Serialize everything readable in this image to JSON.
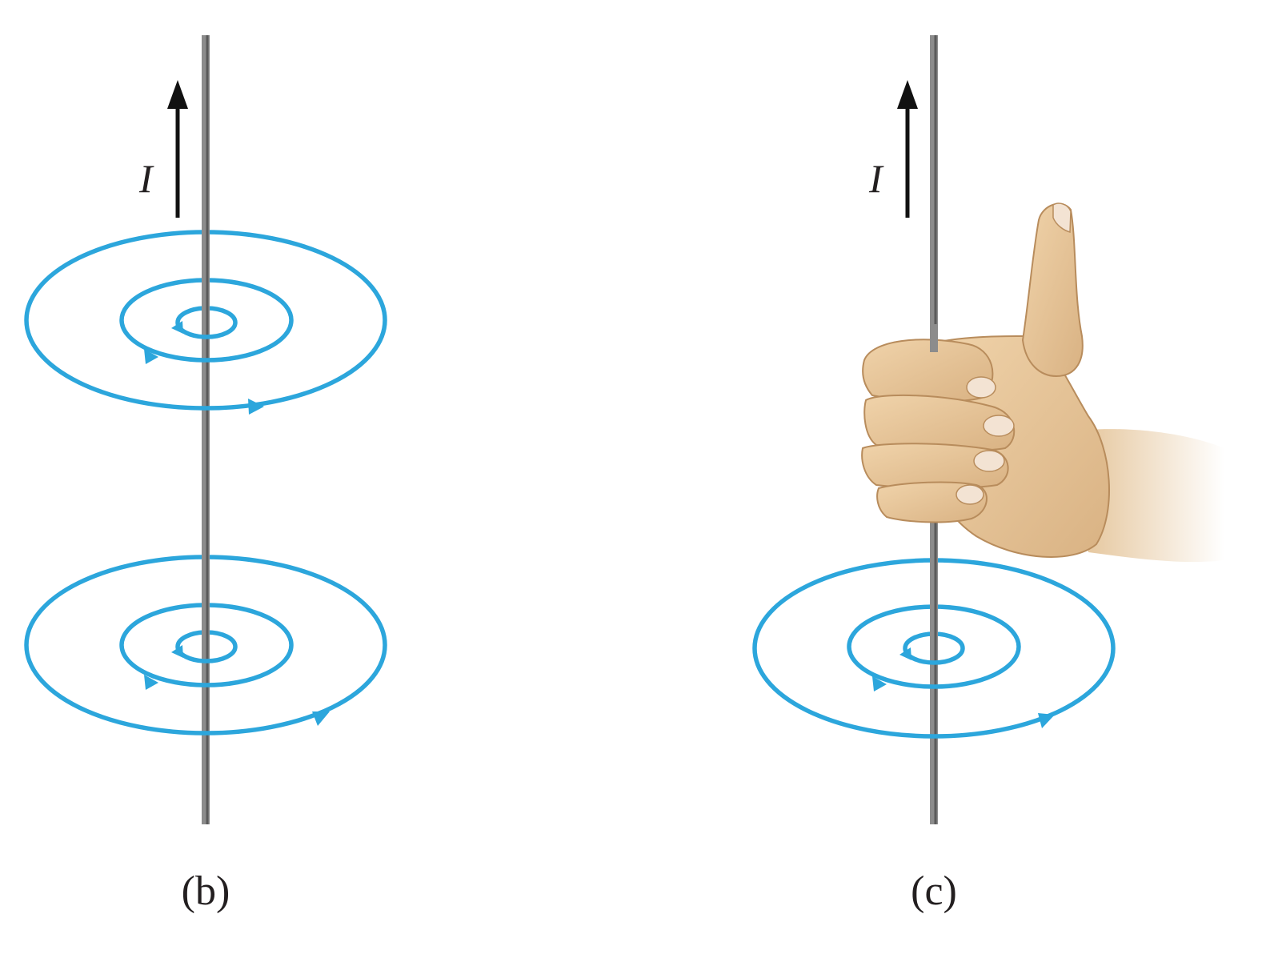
{
  "figure": {
    "panels": [
      {
        "id": "b",
        "caption": "(b)",
        "current_label": "I",
        "has_hand": false
      },
      {
        "id": "c",
        "caption": "(c)",
        "current_label": "I",
        "has_hand": true
      }
    ],
    "colors": {
      "field_line": "#2ca6dc",
      "wire": "#8c8c8c",
      "arrow": "#111111",
      "skin": "#e8c79a",
      "skin_shade": "#c9a06e",
      "nail": "#f3e3d3"
    },
    "icons": {
      "current_arrow": "up-arrow-icon",
      "field_direction": "counterclockwise-arrowhead-icon",
      "hand": "right-hand-thumb-up-icon"
    }
  }
}
